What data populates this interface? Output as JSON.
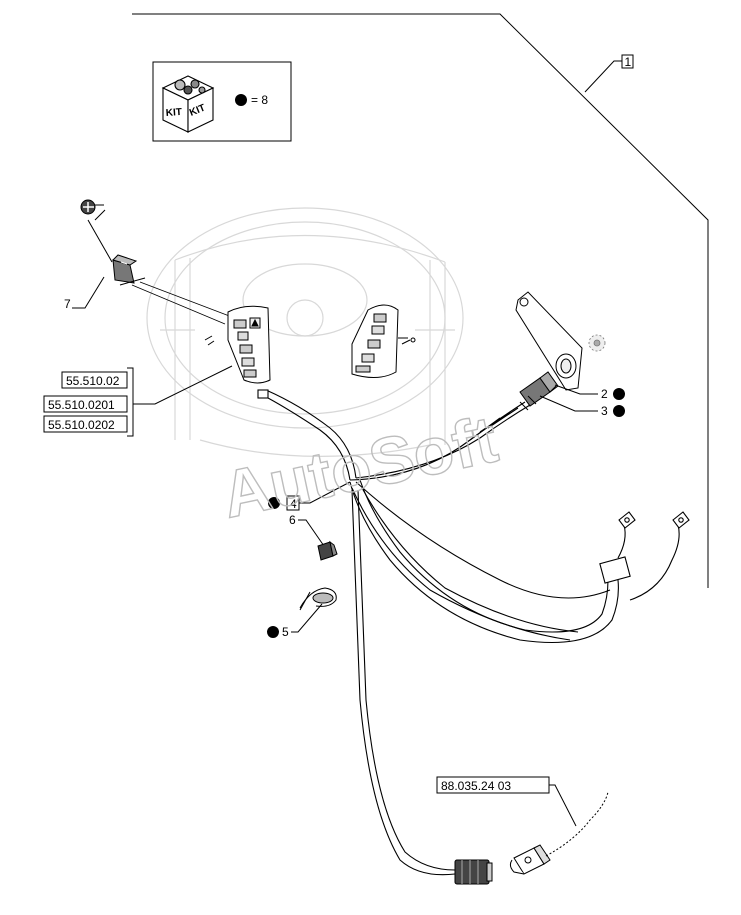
{
  "callouts": {
    "item_1": "1",
    "item_2": "2",
    "item_3": "3",
    "item_4": "4",
    "item_5": "5",
    "item_6": "6",
    "item_7": "7"
  },
  "kit": {
    "box_text_left": "KIT",
    "box_text_right": "KIT",
    "equation": "= 8"
  },
  "references": {
    "ref_1": "55.510.02",
    "ref_2": "55.510.0201",
    "ref_3": "55.510.0202",
    "ref_4": "88.035.24 03"
  },
  "watermark": "AutoSoft"
}
